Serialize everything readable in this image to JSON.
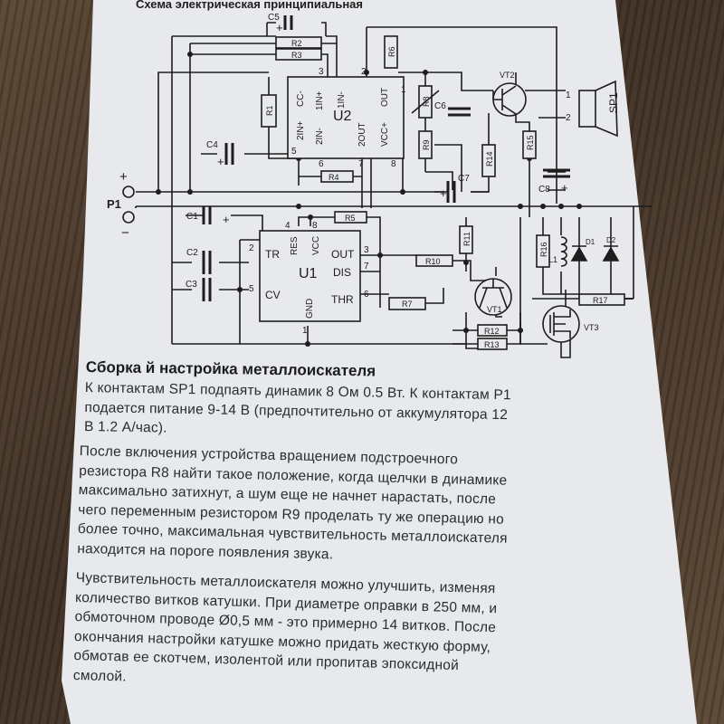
{
  "schematic": {
    "title": "Схема электрическая принципиальная",
    "ic_u2": {
      "name": "U2",
      "pins": [
        "2IN+",
        "2IN-",
        "1IN-",
        "1IN+",
        "CC-",
        "2OUT",
        "VCC+",
        "OUT"
      ]
    },
    "ic_u1": {
      "name": "U1",
      "pins": [
        "TR",
        "RES",
        "VCC",
        "OUT",
        "DIS",
        "CV",
        "GND",
        "THR"
      ]
    },
    "pin_numbers": [
      "3",
      "2",
      "5",
      "6",
      "7",
      "8",
      "1",
      "4",
      "8",
      "2",
      "3",
      "7",
      "5",
      "6",
      "1"
    ],
    "resistors": [
      "R1",
      "R2",
      "R3",
      "R4",
      "R5",
      "R6",
      "R7",
      "R8",
      "R9",
      "R10",
      "R11",
      "R12",
      "R13",
      "R14",
      "R15",
      "R16",
      "R17"
    ],
    "capacitors": [
      "C1",
      "C2",
      "C3",
      "C4",
      "C5",
      "C6",
      "C7",
      "C8"
    ],
    "transistors": [
      "VT1",
      "VT2",
      "VT3"
    ],
    "diodes": [
      "D1",
      "D2"
    ],
    "coil": "L1",
    "speaker": "SP1",
    "connector": "P1",
    "plus_sign": "+",
    "minus_sign": "−"
  },
  "document": {
    "heading": "Сборка й настройка металлоискателя",
    "paragraphs": [
      [
        "К контактам SP1 подпаять динамик 8 Ом 0.5 Вт.  К контактам P1",
        "подается питание 9-14 В (предпочтительно от аккумулятора 12",
        "В 1.2 А/час)."
      ],
      [
        "После  включения  устройства  вращением  подстроечного",
        "резистора R8 найти такое положение, когда щелчки в динамике",
        "максимально затихнут, а шум еще не начнет нарастать, после",
        "чего переменным резистором R9 проделать ту же операцию но",
        "более точно, максимальная чувствительность металлоискателя",
        "находится на пороге появления звука."
      ],
      [
        "Чувствительность металлоискателя можно улучшить, изменяя",
        "количество витков катушки. При диаметре оправки в 250 мм, и",
        "обмоточном проводе Ø0,5 мм - это примерно 14 витков. После",
        "окончания настройки катушке можно придать жесткую форму,",
        "обмотав ее скотчем, изолентой или пропитав эпоксидной",
        "смолой."
      ]
    ]
  }
}
